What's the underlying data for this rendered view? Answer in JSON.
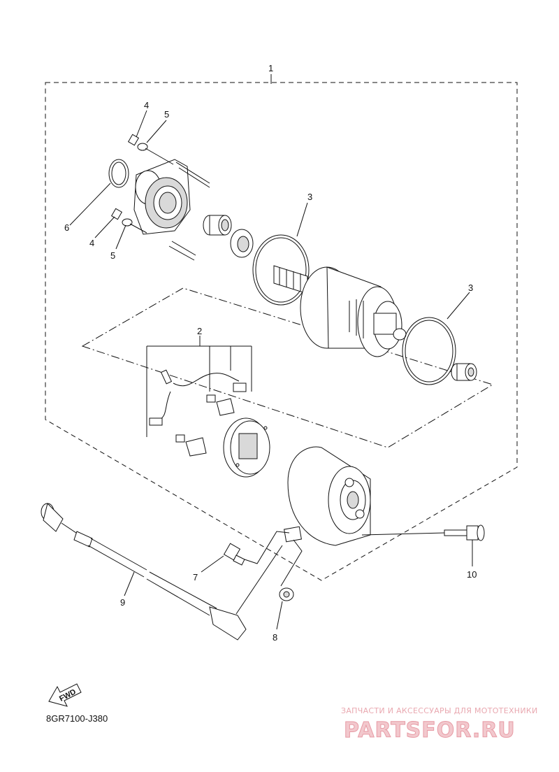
{
  "callouts": {
    "c1": "1",
    "c2": "2",
    "c3a": "3",
    "c3b": "3",
    "c4a": "4",
    "c4b": "4",
    "c5a": "5",
    "c5b": "5",
    "c6": "6",
    "c7": "7",
    "c8": "8",
    "c9": "9",
    "c10": "10"
  },
  "fwd_label": "FWD",
  "diagram_code": "8GR7100-J380",
  "watermark": {
    "tagline": "ЗАПЧАСТИ И АКСЕССУАРЫ ДЛЯ МОТОТЕХНИКИ",
    "brand": "PARTSFOR.RU"
  }
}
